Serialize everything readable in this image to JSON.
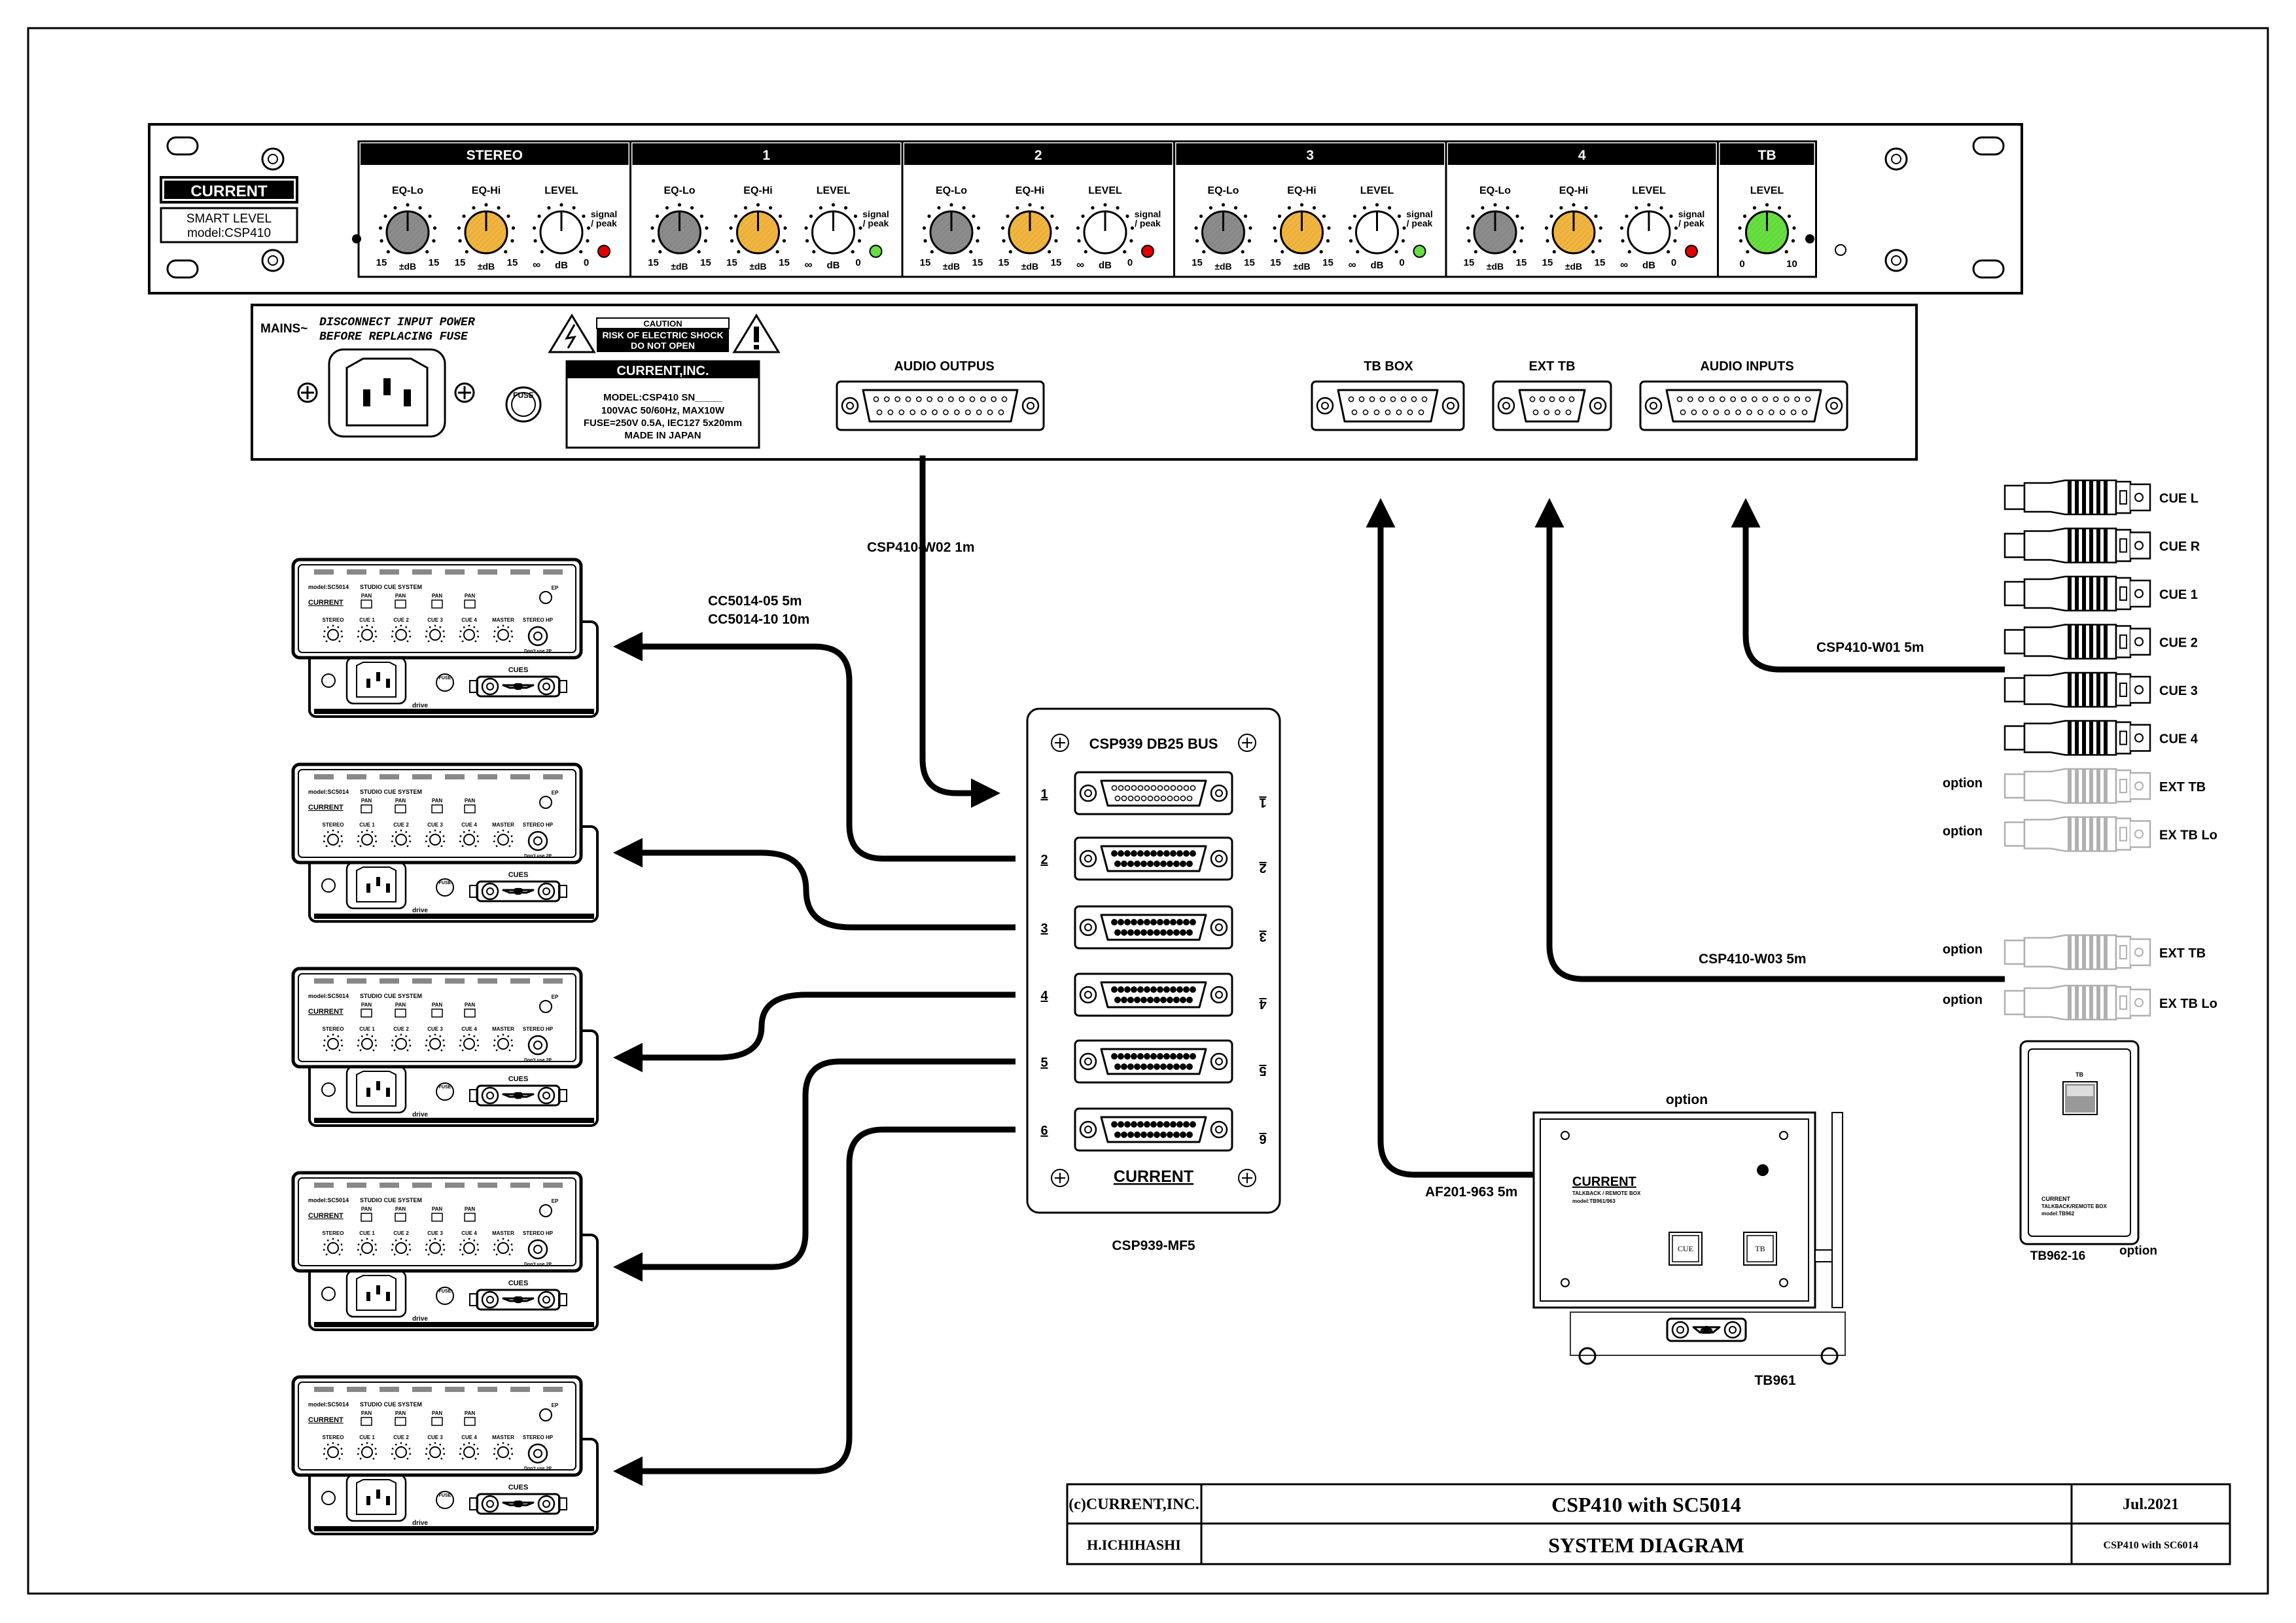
{
  "front_panel": {
    "brand": "CURRENT",
    "product_line1": "SMART LEVEL",
    "product_line2": "model:CSP410",
    "sections": [
      "STEREO",
      "1",
      "2",
      "3",
      "4"
    ],
    "tb_section": "TB",
    "knob_labels": {
      "eq_lo": "EQ-Lo",
      "eq_hi": "EQ-Hi",
      "level": "LEVEL"
    },
    "scale": {
      "fifteen": "15",
      "db_pm": "±dB",
      "infinity": "∞",
      "db": "dB",
      "zero": "0",
      "ten": "10"
    },
    "signal_label1": "signal",
    "signal_label2": "/ peak",
    "colors": {
      "eq_lo": "#8c8c8c",
      "eq_hi": "#f2b640",
      "tb_level": "#66e040",
      "led_red": "#e00000",
      "led_green": "#66dd44"
    }
  },
  "rear_panel": {
    "mains": "MAINS~",
    "warning_line1": "DISCONNECT INPUT POWER",
    "warning_line2": "BEFORE REPLACING FUSE",
    "fuse": "FUSE",
    "caution": "CAUTION",
    "caution_line1": "RISK OF ELECTRIC SHOCK",
    "caution_line2": "DO NOT OPEN",
    "company": "CURRENT,INC.",
    "label_line1": "MODEL:CSP410 SN_____",
    "label_line2": "100VAC 50/60Hz, MAX10W",
    "label_line3": "FUSE=250V 0.5A, IEC127 5x20mm",
    "label_line4": "MADE IN JAPAN",
    "audio_outputs": "AUDIO OUTPUS",
    "tb_box": "TB BOX",
    "ext_tb": "EXT TB",
    "audio_inputs": "AUDIO INPUTS"
  },
  "cables": {
    "w02": "CSP410-W02 1m",
    "cc5014_05": "CC5014-05 5m",
    "cc5014_10": "CC5014-10 10m",
    "w01": "CSP410-W01 5m",
    "w03": "CSP410-W03 5m",
    "af201": "AF201-963 5m"
  },
  "xlr_group1": [
    {
      "label": "CUE L",
      "option": ""
    },
    {
      "label": "CUE R",
      "option": ""
    },
    {
      "label": "CUE 1",
      "option": ""
    },
    {
      "label": "CUE 2",
      "option": ""
    },
    {
      "label": "CUE 3",
      "option": ""
    },
    {
      "label": "CUE 4",
      "option": ""
    },
    {
      "label": "EXT TB",
      "option": "option"
    },
    {
      "label": "EX TB Lo",
      "option": "option"
    }
  ],
  "xlr_group2": [
    {
      "label": "EXT TB",
      "option": "option"
    },
    {
      "label": "EX TB Lo",
      "option": "option"
    }
  ],
  "bus": {
    "title": "CSP939 DB25 BUS",
    "ports": [
      "1",
      "2",
      "3",
      "4",
      "5",
      "6"
    ],
    "brand": "CURRENT",
    "model": "CSP939-MF5"
  },
  "sc5014": {
    "model": "model:SC5014",
    "system": "STUDIO CUE SYSTEM",
    "brand": "CURRENT",
    "pan": "PAN",
    "knobs": [
      "STEREO",
      "CUE 1",
      "CUE 2",
      "CUE 3",
      "CUE 4",
      "MASTER"
    ],
    "stereo_hp": "STEREO HP",
    "ep": "EP",
    "dont_use": "Don't use 2P",
    "cues": "CUES",
    "fuse": "FUSE",
    "drive": "drive"
  },
  "tb961": {
    "option": "option",
    "brand": "CURRENT",
    "sub1": "TALKBACK / REMOTE BOX",
    "sub2": "model:TB961/963",
    "cue": "CUE",
    "tb": "TB",
    "model": "TB961"
  },
  "tb962": {
    "tb": "TB",
    "brand": "CURRENT",
    "sub1": "TALKBACK/REMOTE BOX",
    "sub2": "model:TB962",
    "model": "TB962-16",
    "option": "option"
  },
  "title_block": {
    "company": "(c)CURRENT,INC.",
    "title": "CSP410 with SC5014",
    "date": "Jul.2021",
    "author": "H.ICHIHASHI",
    "subtitle": "SYSTEM DIAGRAM",
    "drawing_no": "CSP410 with SC6014"
  }
}
